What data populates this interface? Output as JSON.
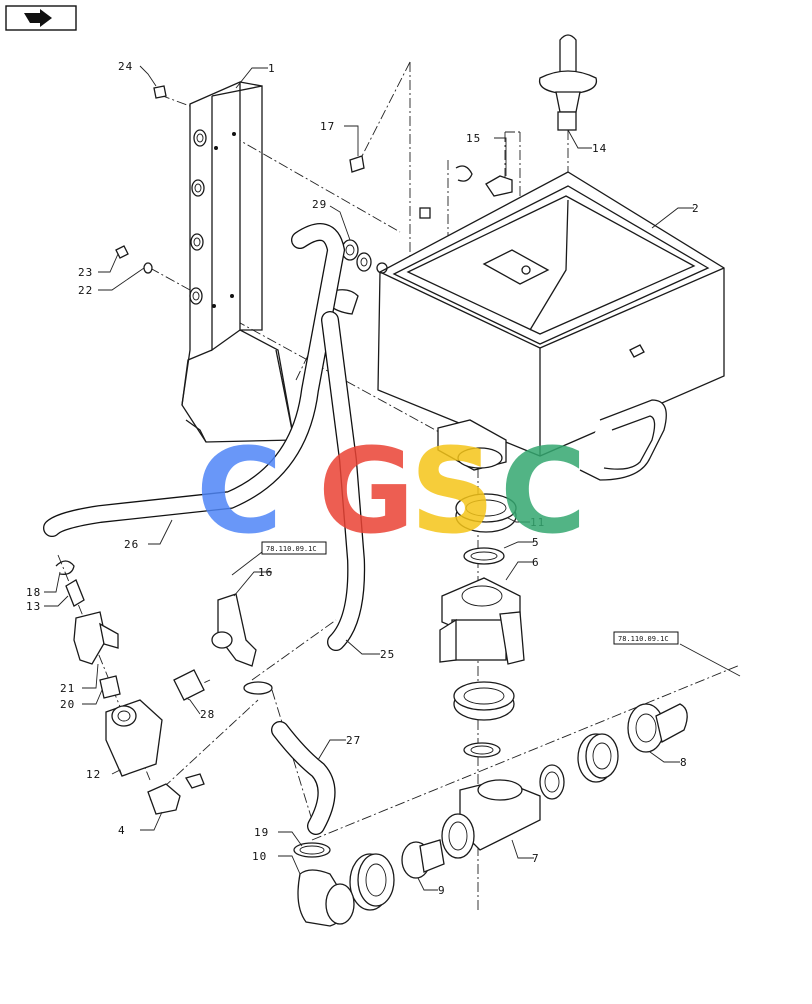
{
  "nav": {
    "icon": "next-page-arrow-icon"
  },
  "refs": {
    "left": "78.110.09.1C",
    "right": "78.110.09.1C"
  },
  "watermark": {
    "letters": [
      "C",
      "G",
      "S",
      "C"
    ],
    "colors": [
      "#4f86f7",
      "#ea4335",
      "#f5c518",
      "#34a870"
    ]
  },
  "callouts": [
    "1",
    "2",
    "4",
    "5",
    "6",
    "7",
    "8",
    "9",
    "10",
    "11",
    "12",
    "13",
    "14",
    "15",
    "16",
    "17",
    "18",
    "19",
    "20",
    "21",
    "22",
    "23",
    "24",
    "25",
    "26",
    "27",
    "28",
    "29"
  ]
}
